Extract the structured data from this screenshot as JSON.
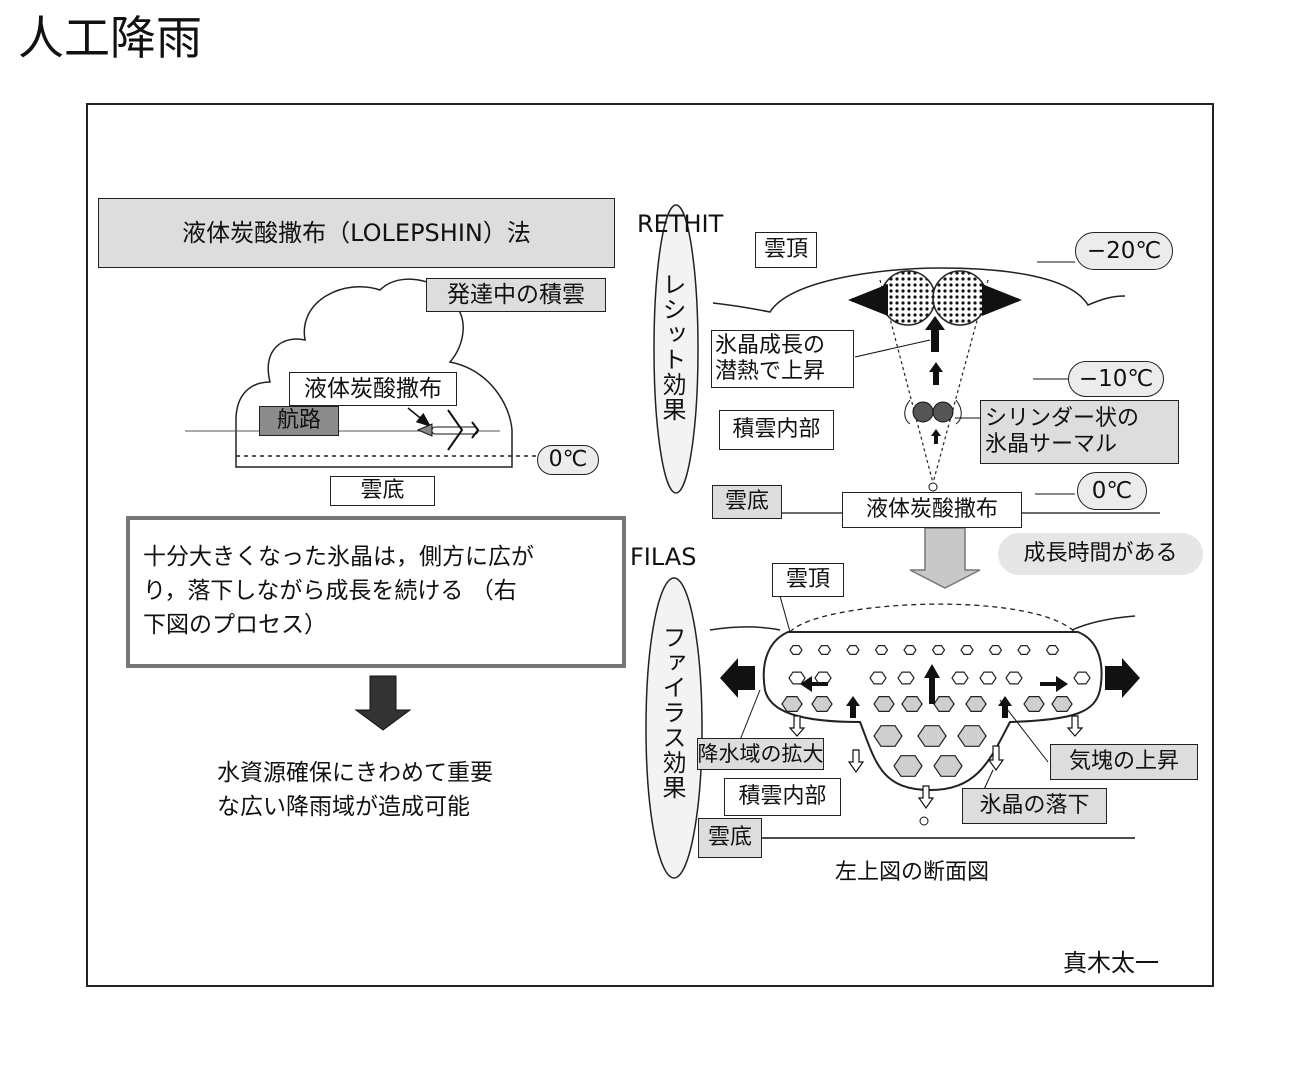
{
  "title": "人工降雨",
  "left": {
    "method_label": "液体炭酸撒布（LOLEPSHIN）法",
    "cloud_label": "発達中の積雲",
    "spray_label": "液体炭酸撒布",
    "route_label": "航路",
    "temp_0": "0℃",
    "cloud_base": "雲底",
    "note_line1": "十分大きくなった氷晶は，側方に広が",
    "note_line2": "り，落下しながら成長を続ける （右",
    "note_line3": "下図のプロセス）",
    "conclusion_line1": "水資源確保にきわめて重要",
    "conclusion_line2": "な広い降雨域が造成可能"
  },
  "right_top": {
    "name": "RETHIT",
    "effect_label": "レシット効果",
    "cloud_top": "雲頂",
    "temp_minus20": "−20℃",
    "temp_minus10": "−10℃",
    "temp_0": "0℃",
    "latent_line1": "氷晶成長の",
    "latent_line2": "潜熱で上昇",
    "interior": "積雲内部",
    "thermal_line1": "シリンダー状の",
    "thermal_line2": "氷晶サーマル",
    "cloud_base": "雲底",
    "spray": "液体炭酸撒布",
    "growth_time": "成長時間がある"
  },
  "right_bottom": {
    "name": "FILAS",
    "effect_label": "ファイラス効果",
    "cloud_top": "雲頂",
    "expand": "降水域の拡大",
    "interior": "積雲内部",
    "cloud_base": "雲底",
    "airmass_rise": "気塊の上昇",
    "ice_fall": "氷晶の落下",
    "caption": "左上図の断面図"
  },
  "author": "真木太一"
}
